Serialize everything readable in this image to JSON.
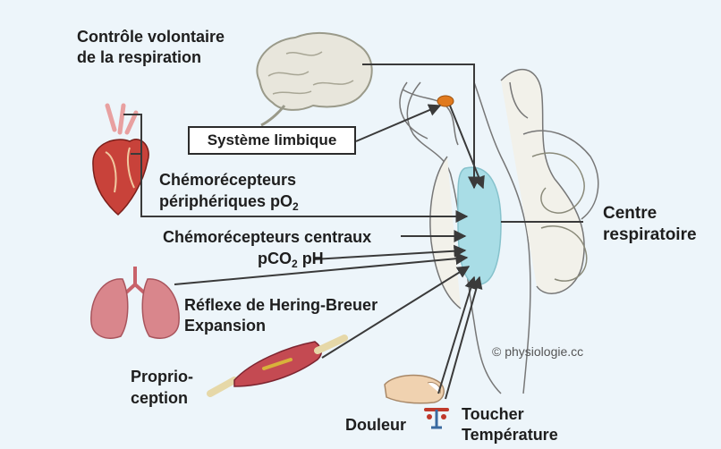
{
  "labels": {
    "controle_line1": "Contrôle volontaire",
    "controle_line2": "de la respiration",
    "systeme_limbique": "Système limbique",
    "chemo_peri_line1": "Chémorécepteurs",
    "chemo_peri_line2_text": "périphériques pO",
    "chemo_peri_line2_sub": "2",
    "chemo_central_line1": "Chémorécepteurs centraux",
    "chemo_central_line2_a": "pCO",
    "chemo_central_line2_sub": "2",
    "chemo_central_line2_b": " pH",
    "centre_line1": "Centre",
    "centre_line2": "respiratoire",
    "reflexe_line1": "Réflexe de Hering-Breuer",
    "reflexe_line2": "Expansion",
    "proprio_line1": "Proprio-",
    "proprio_line2": "ception",
    "douleur": "Douleur",
    "toucher": "Toucher",
    "temperature": "Température",
    "credit": "© physiologie.cc"
  },
  "colors": {
    "background": "#edf5fa",
    "centre_fill": "#a9dde6",
    "arrow": "#3a3a3a",
    "heart": "#c8423a",
    "lungs": "#d9868c",
    "muscle": "#c44a52",
    "brain": "#e8e6dc",
    "limbic_spot": "#e07a1e"
  },
  "icons": [
    "brain-icon",
    "heart-icon",
    "lungs-icon",
    "muscle-icon",
    "finger-icon",
    "skin-receptor-icon",
    "brainstem-icon"
  ]
}
